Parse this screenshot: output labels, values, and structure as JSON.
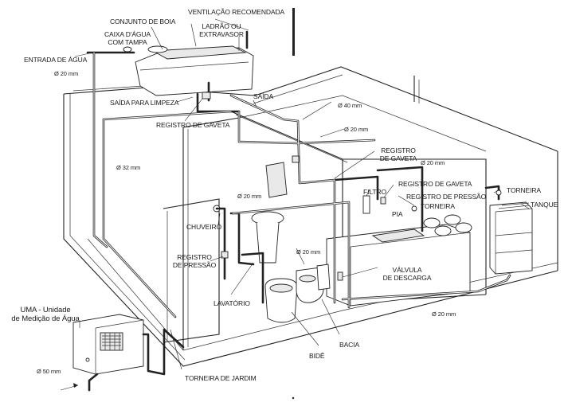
{
  "diagram": {
    "labels": {
      "caixa_dagua": "CAIXA D'ÁGUA\nCOM TAMPA",
      "conjunto_boia": "CONJUNTO DE BOIA",
      "ventilacao": "VENTILAÇÃO RECOMENDADA",
      "ladrao": "LADRÃO OU\nEXTRAVASOR",
      "entrada_agua": "ENTRADA DE ÁGUA",
      "saida_limpeza": "SAÍDA PARA LIMPEZA",
      "saida": "SAÍDA",
      "registro_gaveta_1": "REGISTRO DE GAVETA",
      "registro_gaveta_2": "REGISTRO\nDE GAVETA",
      "registro_gaveta_3": "REGISTRO DE GAVETA",
      "registro_pressao_1": "REGISTRO DE PRESSÃO",
      "registro_pressao_2": "REGISTRO\nDE PRESSÃO",
      "filtro": "FILTRO",
      "torneira_pia": "TORNEIRA",
      "torneira_tanque": "TORNEIRA",
      "tanque": "TANQUE",
      "pia": "PIA",
      "chuveiro": "CHUVEIRO",
      "lavatorio": "LAVATÓRIO",
      "valvula_descarga": "VÁLVULA\nDE DESCARGA",
      "bide": "BIDÊ",
      "bacia": "BACIA",
      "uma": "UMA - Unidade\nde Medição de Água",
      "torneira_jardim": "TORNEIRA DE JARDIM"
    },
    "dimensions": {
      "d20_entrada": "Ø 20 mm",
      "d32": "Ø 32 mm",
      "d40": "Ø 40 mm",
      "d20_upper": "Ø 20 mm",
      "d20_mid": "Ø 20 mm",
      "d20_right": "Ø 20 mm",
      "d20_center": "Ø 20 mm",
      "d20_bottom": "Ø 20 mm",
      "d50": "Ø 50 mm"
    }
  }
}
